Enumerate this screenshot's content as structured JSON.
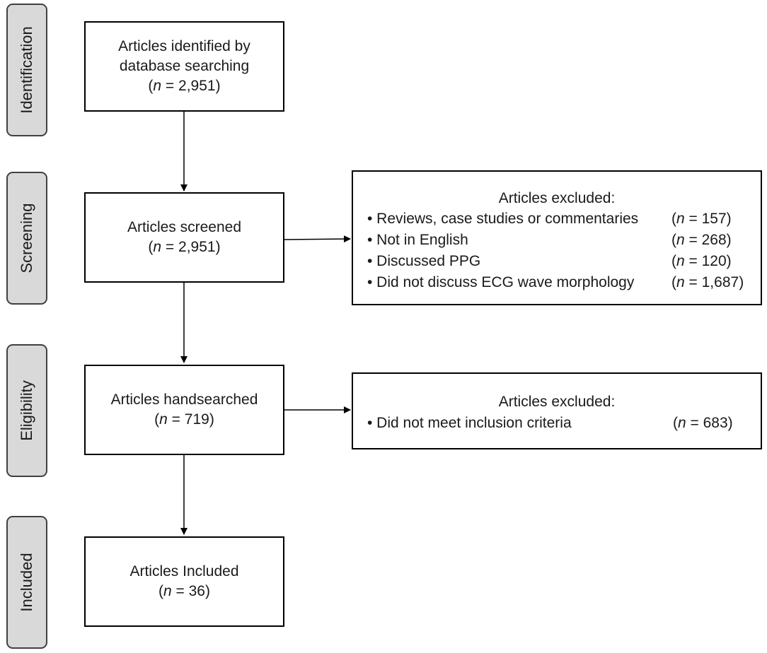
{
  "stages": {
    "identification": "Identification",
    "screening": "Screening",
    "eligibility": "Eligibility",
    "included": "Included"
  },
  "boxes": {
    "identified": {
      "line1": "Articles identified by",
      "line2": "database searching",
      "n": "2,951"
    },
    "screened": {
      "line1": "Articles screened",
      "n": "2,951"
    },
    "handsearched": {
      "line1": "Articles handsearched",
      "n": "719"
    },
    "included": {
      "line1": "Articles Included",
      "n": "36"
    }
  },
  "exclusions": {
    "screening": {
      "title": "Articles excluded:",
      "items": [
        {
          "label": "• Reviews, case studies or commentaries",
          "n": "157"
        },
        {
          "label": "• Not in English",
          "n": "268"
        },
        {
          "label": "• Discussed PPG",
          "n": "120"
        },
        {
          "label": "• Did not discuss ECG wave morphology",
          "n": "1,687"
        }
      ]
    },
    "eligibility": {
      "title": "Articles excluded:",
      "items": [
        {
          "label": "• Did not meet inclusion criteria",
          "n": "683"
        }
      ]
    }
  },
  "labels": {
    "n_prefix": "(",
    "n_var": "n",
    "n_eq": " = ",
    "n_suffix": ")"
  }
}
